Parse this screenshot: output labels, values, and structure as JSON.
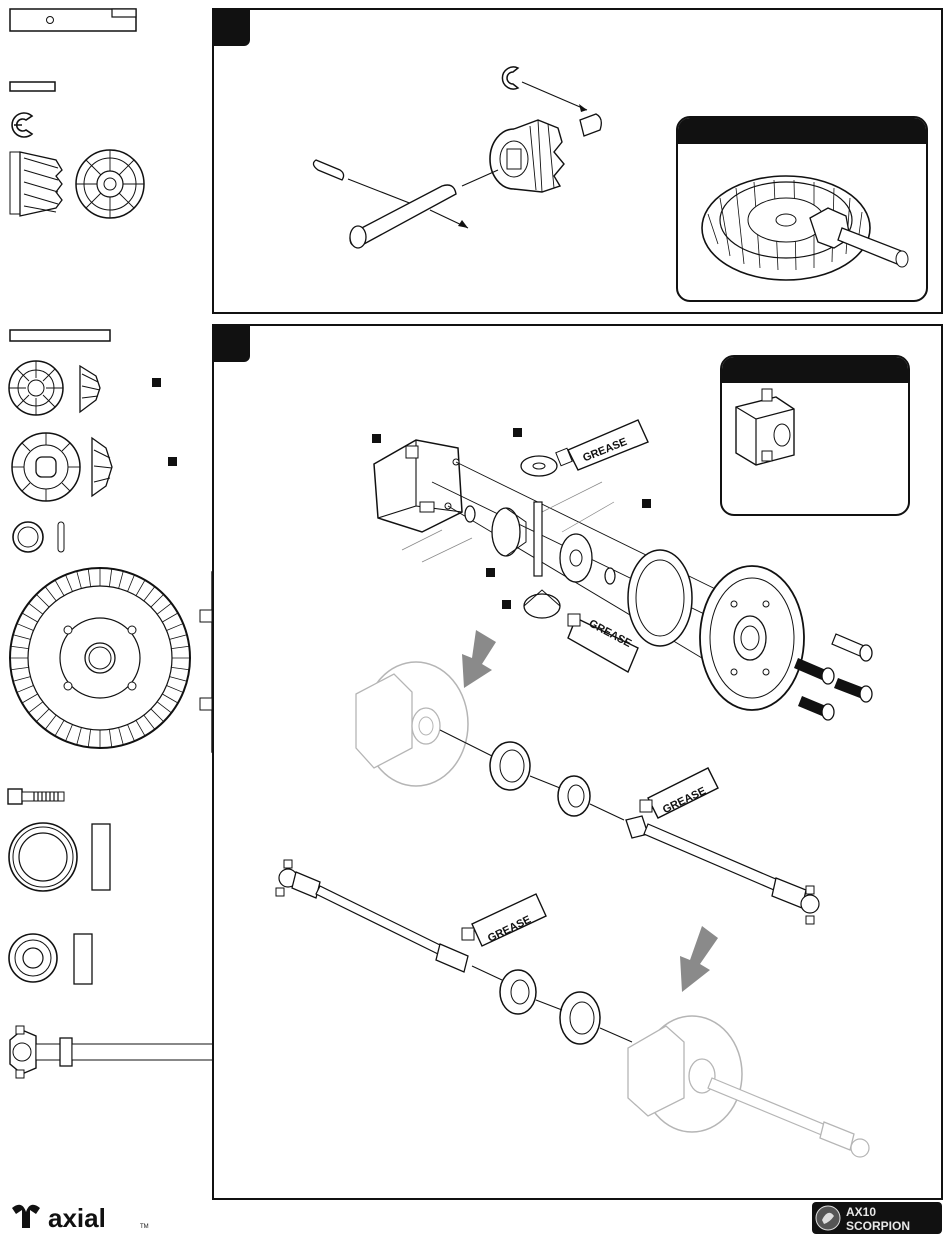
{
  "brand": {
    "name": "axial",
    "trademark": "TM"
  },
  "product": {
    "name_line1": "AX10",
    "name_line2": "SCORPION"
  },
  "grease_label": "GREASE",
  "icons": [
    "e-clip-icon",
    "pinion-gear-icon",
    "ring-gear-icon",
    "bevel-gear-icon",
    "screw-icon",
    "bearing-icon",
    "driveshaft-icon",
    "grease-tube-icon",
    "direction-arrow-icon",
    "diff-case-icon"
  ],
  "colors": {
    "ink": "#111111",
    "ghost": "#b5b5b5",
    "arrow_fill": "#8a8a8a"
  }
}
